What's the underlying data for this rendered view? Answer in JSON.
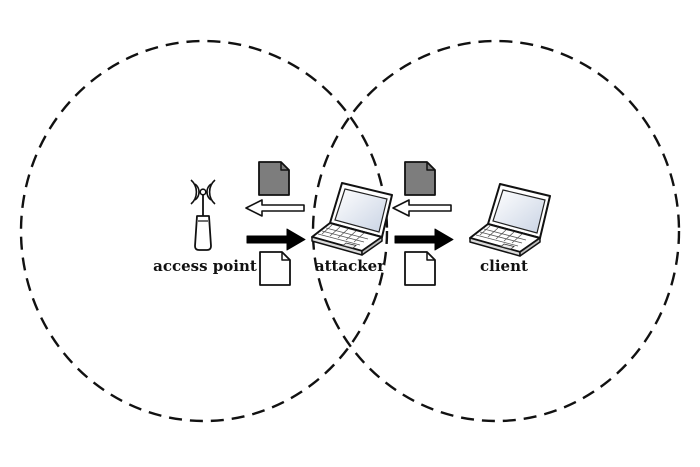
{
  "nodes": {
    "access_point": {
      "label": "access point"
    },
    "attacker": {
      "label": "attacker"
    },
    "client": {
      "label": "client"
    }
  },
  "range_circles": [
    "access-point-range",
    "client-range"
  ],
  "packets": {
    "received": "gray-document",
    "forwarded": "white-document"
  },
  "colors": {
    "stroke": "#111111",
    "document_gray": "#7d7d7d",
    "document_white": "#ffffff",
    "screen_light": "#e9eef6"
  }
}
